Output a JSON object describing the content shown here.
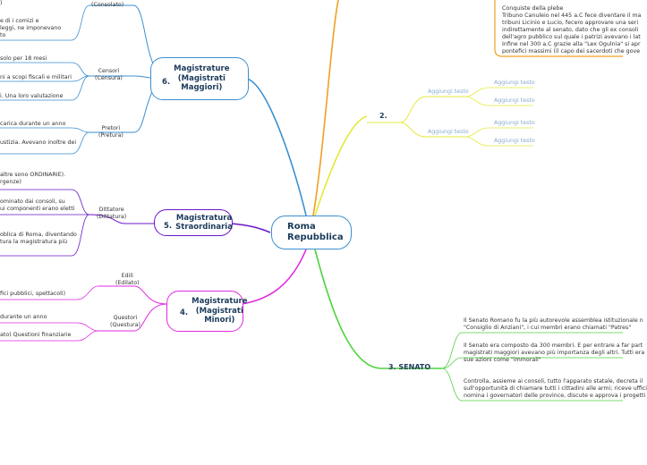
{
  "root": {
    "line1": "Roma",
    "line2": "Repubblica"
  },
  "branch6": {
    "num": "6.",
    "title": [
      "Magistrature",
      "(Magistrati",
      "Maggiori)"
    ],
    "consoli": {
      "label": [
        "(Consolato)"
      ],
      "lines": [
        ")"
      ]
    },
    "consoli_more": [
      "e di i comizi e",
      "leggi, ne imponevano",
      "to"
    ],
    "censori": {
      "label": [
        "Censori",
        "(Censura)"
      ],
      "lines": [
        "solo per 18 mesi",
        "ni a scopi fiscali e militari",
        "i. Una loro valutazione"
      ]
    },
    "pretori": {
      "label": [
        "Pretori",
        "(Pretura)"
      ],
      "lines": [
        "carica durante un anno",
        "ustizia. Avevano inoltre dei"
      ]
    }
  },
  "branch5": {
    "num": "5.",
    "title": [
      "Magistratura",
      "Straordinaria"
    ],
    "dittatore": {
      "label": [
        "Dittatore",
        "(Dittatura)"
      ],
      "lines": [
        "altre sono ORDINARIE).",
        "rgenze)",
        "ominato dai consoli, su",
        "ui componenti erano eletti",
        "oblica di Roma, diventando",
        "tura la magistratura più"
      ]
    }
  },
  "branch4": {
    "num": "4.",
    "title": [
      "Magistrature",
      "(Magistrati",
      "Minori)"
    ],
    "edili": {
      "label": [
        "Edili",
        "(Edilato)"
      ],
      "lines": [
        "fici pubblici, spettacoli)"
      ]
    },
    "questori": {
      "label": [
        "Questori",
        "(Questura)"
      ],
      "lines": [
        "durante un anno",
        "ato) Questioni finanziarie"
      ]
    }
  },
  "branch2": {
    "num": "2.",
    "sub1": "Aggiungi testo",
    "sub2": "Aggiungi testo",
    "leaves": [
      "Aggiungi testo",
      "Aggiungi testo",
      "Aggiungi testo",
      "Aggiungi testo"
    ]
  },
  "branch3": {
    "label": "3. SENATO",
    "p1": [
      "Il Senato Romano fu la più autorevole assemblea istituzionale n",
      "\"Consiglio di Anziani\", i cui membri erano chiamati \"Patres\""
    ],
    "p2": [
      "Il Senato era composto da 300 membri. E per entrare a far part",
      "magistrati maggiori avevano più importanza degli altri. Tutti era",
      "sue azioni come \"immorali\""
    ],
    "p3": [
      "Controlla, assieme ai consoli, tutto l'apparato statale, decreta il",
      "sull'opportunità di chiamare tutti i cittadini alle armi; riceve uffici",
      "nomina i governatori delle province, discute e approva i progetti"
    ]
  },
  "plebe": {
    "lines": [
      "Conquiste della plebe",
      "Tribuno Canuleio nel 445 a.C fece diventare il ma",
      "tribuni Licinio e Lucio, fecero approvare una seri",
      "indirettamente al senato, dato che gli ex consoli",
      "dell'agro pubblico sul quale i patrizi avevano i lat",
      "Infine nel 300 a.C grazie alla \"Lex Ogulnia\" si apr",
      "pontefici massimi (il capo dei sacerdoti che gove"
    ]
  },
  "colors": {
    "blue": "#3b8fd0",
    "yellow": "#e4ea3a",
    "green": "#4fd23f",
    "magenta": "#e02ae0",
    "purple": "#6a18c8",
    "orange": "#f0a020"
  }
}
